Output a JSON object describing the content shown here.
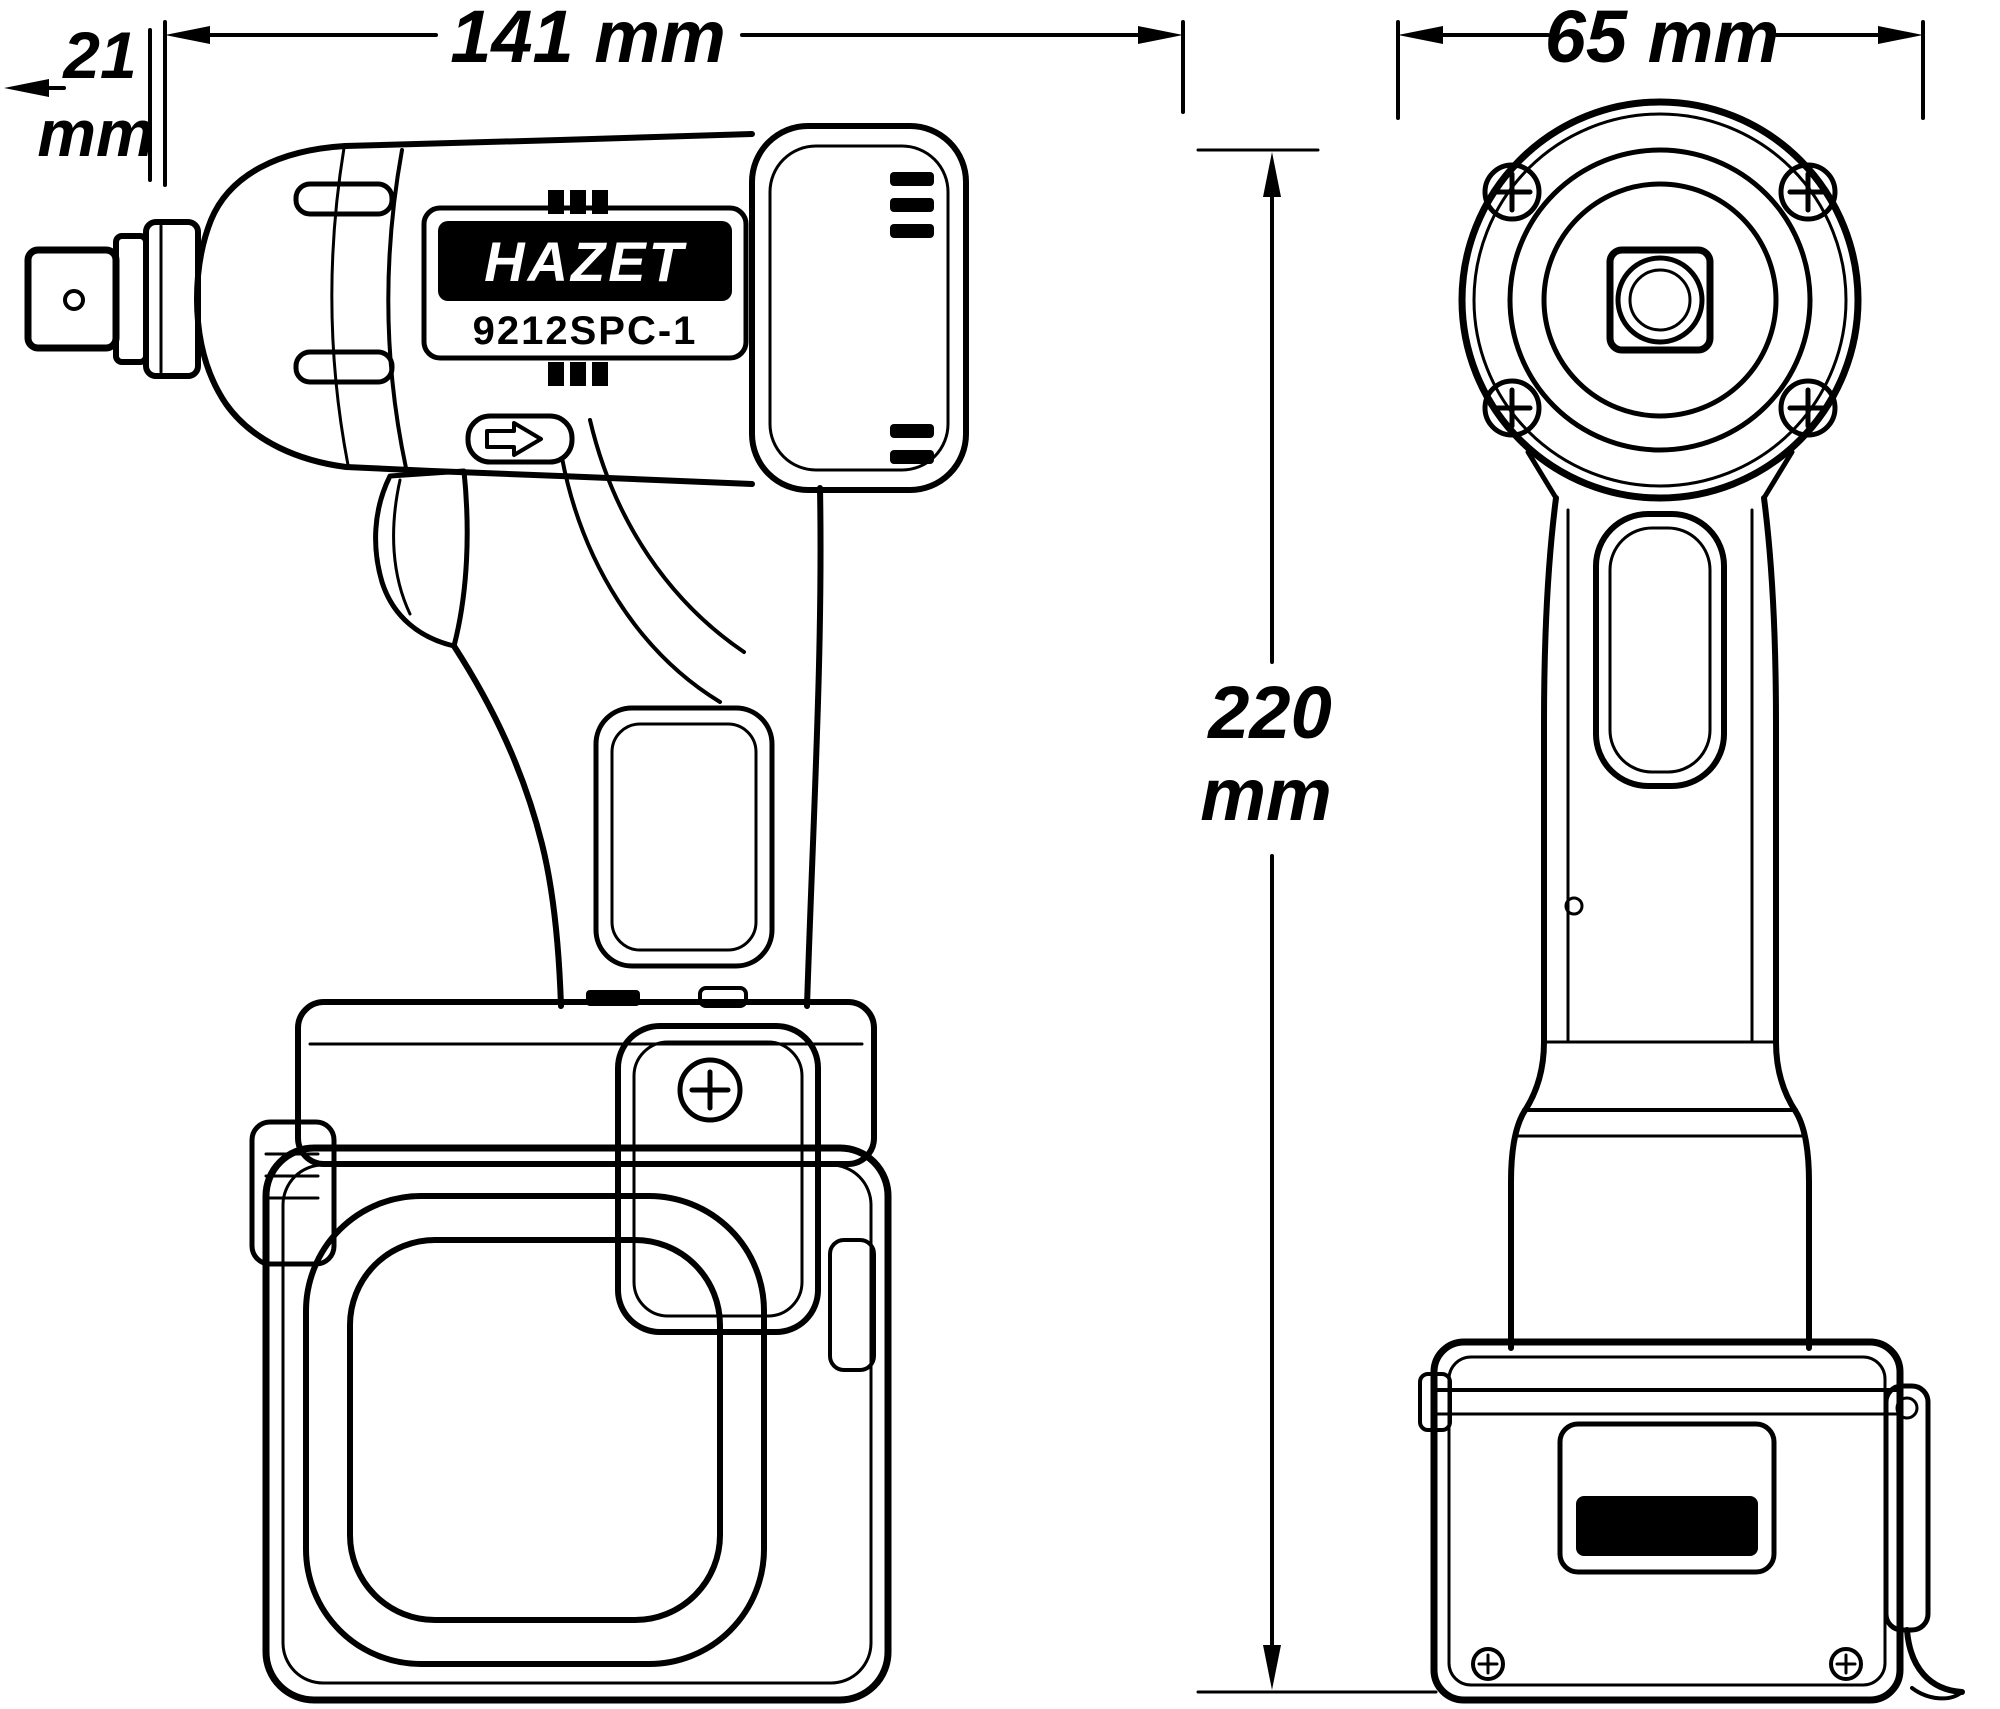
{
  "drawing": {
    "brand": "HAZET",
    "model": "9212SPC-1",
    "dimensions": {
      "square_drive": {
        "value": "21",
        "unit": "mm",
        "label": "21 mm"
      },
      "length": {
        "label": "141 mm"
      },
      "width": {
        "label": "65 mm"
      },
      "height": {
        "value": "220",
        "unit": "mm",
        "label": "220 mm"
      }
    },
    "icons": {
      "direction_arrow": "forward-reverse-arrow-icon",
      "screw": "phillips-screw-icon"
    },
    "colors": {
      "line": "#000000",
      "background": "#ffffff",
      "brand_plate": "#000000",
      "brand_text": "#ffffff"
    }
  }
}
